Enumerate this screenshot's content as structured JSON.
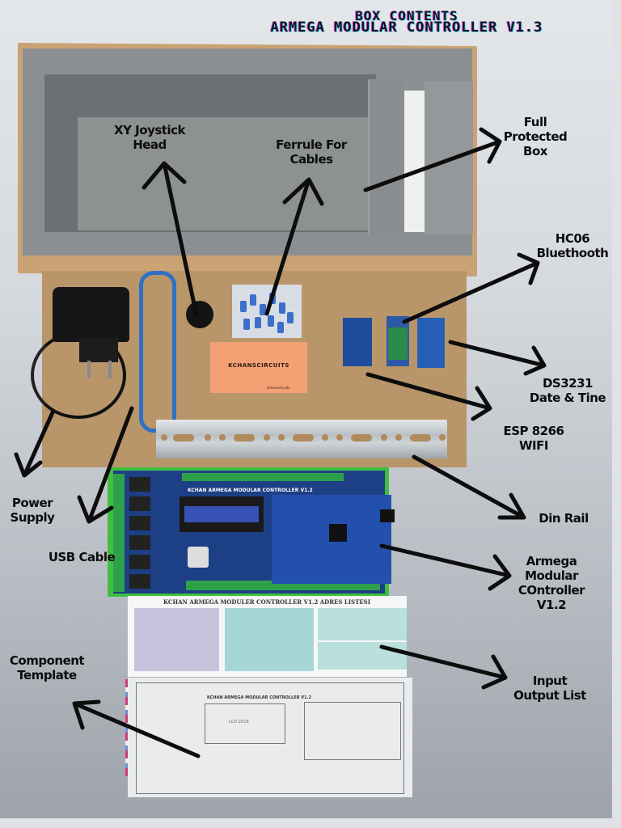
{
  "title": {
    "line1": "BOX CONTENTS",
    "line2": "ARMEGA MODULAR CONTROLLER V1.3"
  },
  "labels": {
    "joystick": [
      "XY Joystick",
      "Head"
    ],
    "ferrule": [
      "Ferrule For",
      "Cables"
    ],
    "box": [
      "Full",
      "Protected",
      "Box"
    ],
    "bluetooth": [
      "HC06",
      "Bluethooth"
    ],
    "rtc": [
      "DS3231",
      "Date & Tine"
    ],
    "wifi": [
      "ESP 8266",
      "WIFI"
    ],
    "din_rail": [
      "Din Rail"
    ],
    "controller": [
      "Armega",
      "Modular",
      "COntroller",
      "V1.2"
    ],
    "io_list": [
      "Input",
      "Output List"
    ],
    "power": [
      "Power",
      "Supply"
    ],
    "usb": [
      "USB Cable"
    ],
    "template": [
      "Component",
      "Template"
    ]
  },
  "product_text": {
    "business_card": "KCHANSCIRCUITS",
    "business_card_handle": "kchanscircuits",
    "pcb_title": "KCHAN ARMEGA MODULAR CONTROLLER V1.2",
    "list_title": "KCHAN ARMEGA MODULER CONTROLLER V1.2 ADRES LISTESI",
    "template_title": "KCHAN ARMEGA MODULAR CONTROLLER V1.2",
    "lcd_label": "LCD 2X16"
  },
  "colors": {
    "title_text": "#1a0d22",
    "title_glow_cyan": "#4ee0e8",
    "title_glow_magenta": "#e14bd6",
    "pcb_blue": "#1d3f86",
    "pcb_green": "#3fbf3f",
    "cardboard": "#b9956a",
    "foam": "#8c8f91",
    "card_orange": "#f2a074"
  }
}
